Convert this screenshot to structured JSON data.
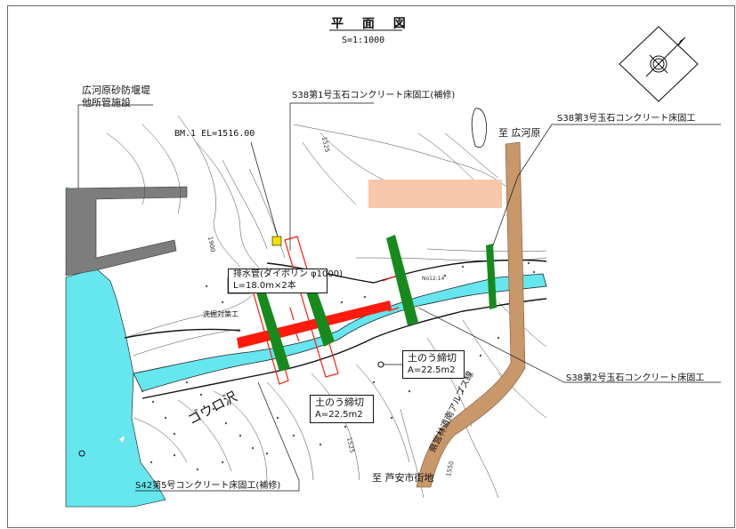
{
  "title": "平 面 図",
  "scale": "S=1:1000",
  "labels": {
    "dam": "広河原砂防堰堤",
    "dam_sub": "他所管施設",
    "s38_1": "S38第1号玉石コンクリート床固工(補修)",
    "s38_3": "S38第3号玉石コンクリート床固工",
    "s38_2": "S38第2号玉石コンクリート床固工",
    "s42_5": "S42第5号コンクリート床固工(補修)",
    "bm": "BM.1 EL=1516.00",
    "to_hirogawara": "至 広河原",
    "to_ashiyasu": "至 芦安市街地",
    "drain_pipe": "排水管(ダイポリン φ1000)",
    "drain_len": "L=18.0m×2本",
    "scour": "洗掘対策工",
    "creek": "ゴウロ沢",
    "road": "県営林道南アルプス線",
    "cofferdam_1": "土のう締切",
    "cofferdam_1_area": "A=22.5m2",
    "cofferdam_2": "土のう締切",
    "cofferdam_2_area": "A=22.5m2",
    "no_marker": "No12.14",
    "contour_1900": "1900",
    "contour_1525a": "1525",
    "contour_1525b": "1525",
    "contour_1550": "1550"
  },
  "colors": {
    "water": "#66e6ee",
    "pond": "#66e6ee",
    "dam": "#7d7d7d",
    "road": "#c8976a",
    "sabo": "#178a1d",
    "pipe": "#ff1a0d",
    "placeholder": "#f8c8ac"
  },
  "icons": [
    "compass-icon",
    "benchmark-icon"
  ]
}
